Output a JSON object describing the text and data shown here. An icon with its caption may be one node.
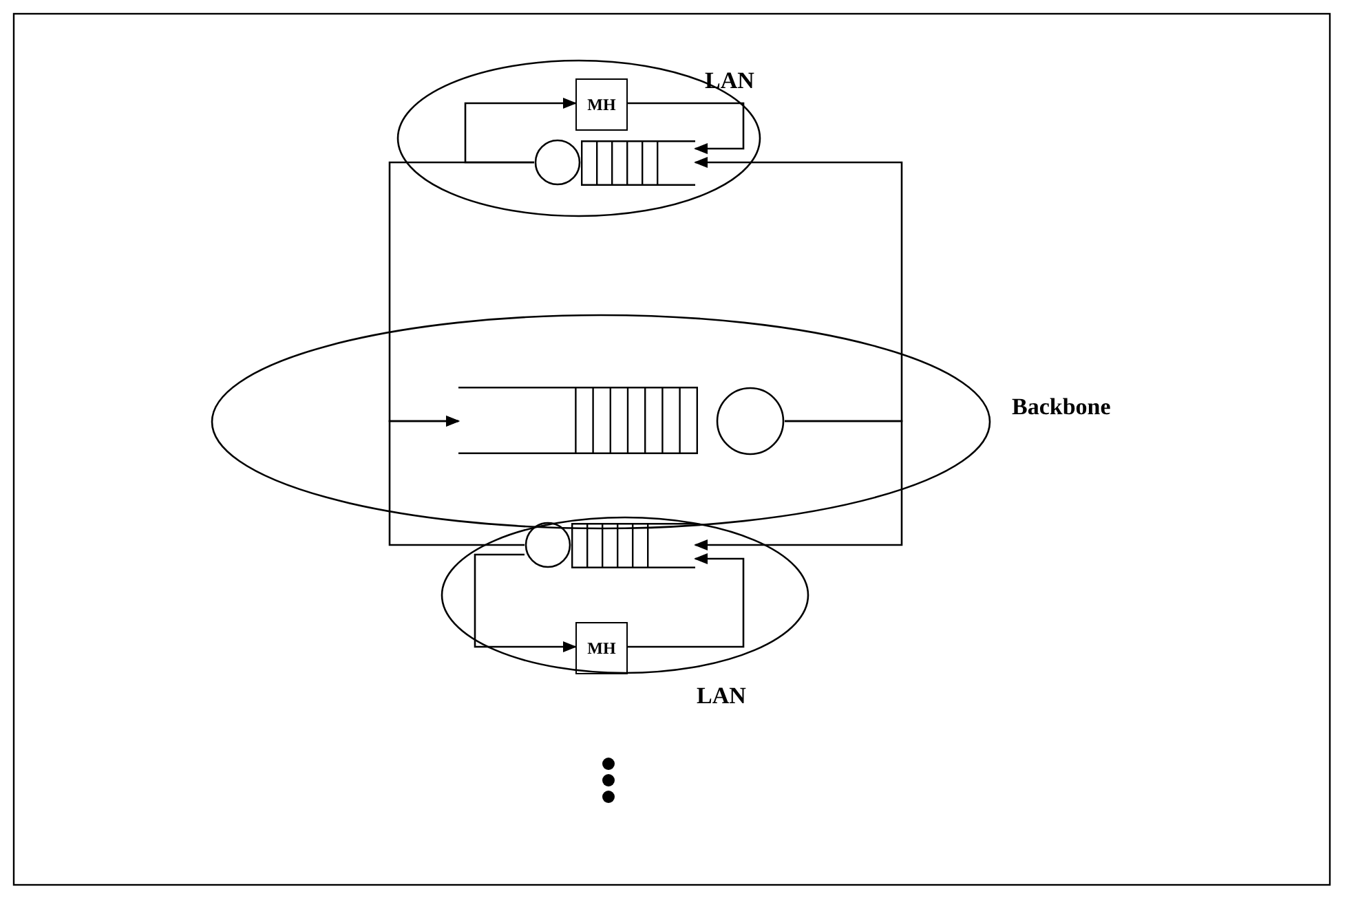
{
  "diagram": {
    "nodes": [
      {
        "text": [
          "LAN"
        ]
      },
      {
        "text": [
          "MH"
        ],
        "in": 0
      },
      {
        "text": [],
        "shape": "box",
        "in": 0
      },
      {
        "text": [],
        "shape": "circle",
        "in": 0
      },
      {
        "text": [
          "Backbone"
        ]
      },
      {
        "text": [],
        "shape": "box",
        "in": 4
      },
      {
        "text": [],
        "shape": "circle",
        "in": 4
      },
      {
        "text": [
          "LAN"
        ]
      },
      {
        "text": [],
        "shape": "circle",
        "in": 7
      },
      {
        "text": [],
        "shape": "box",
        "in": 7
      },
      {
        "text": [
          "MH"
        ],
        "in": 7
      }
    ],
    "edges": [
      {
        "from": 3,
        "to": 1,
        "arrow": "to"
      },
      {
        "from": 1,
        "to": 2,
        "arrow": "to"
      },
      {
        "from": 3,
        "to": 5,
        "arrow": "to"
      },
      {
        "from": 8,
        "to": 5,
        "arrow": "to"
      },
      {
        "from": 6,
        "to": 2,
        "arrow": "to"
      },
      {
        "from": 6,
        "to": 9,
        "arrow": "to"
      },
      {
        "from": 8,
        "to": 10,
        "arrow": "to"
      },
      {
        "from": 10,
        "to": 9,
        "arrow": "to"
      }
    ]
  }
}
